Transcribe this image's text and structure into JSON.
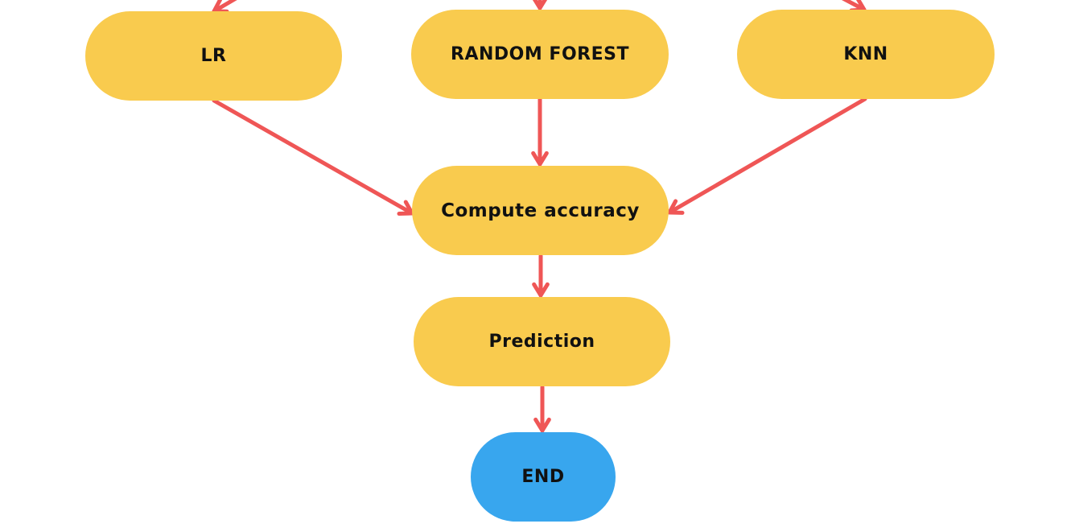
{
  "colors": {
    "process_fill": "#F9CB4E",
    "terminal_fill": "#38A6EE",
    "arrow": "#EF5656",
    "text": "#111111"
  },
  "nodes": {
    "lr": {
      "label": "LR"
    },
    "random_forest": {
      "label": "RANDOM FOREST"
    },
    "knn": {
      "label": "KNN"
    },
    "compute_accuracy": {
      "label": "Compute accuracy"
    },
    "prediction": {
      "label": "Prediction"
    },
    "end": {
      "label": "END"
    }
  },
  "edges": [
    {
      "from": "(above)",
      "to": "lr"
    },
    {
      "from": "(above)",
      "to": "random_forest"
    },
    {
      "from": "(above)",
      "to": "knn"
    },
    {
      "from": "lr",
      "to": "compute_accuracy"
    },
    {
      "from": "random_forest",
      "to": "compute_accuracy"
    },
    {
      "from": "knn",
      "to": "compute_accuracy"
    },
    {
      "from": "compute_accuracy",
      "to": "prediction"
    },
    {
      "from": "prediction",
      "to": "end"
    }
  ]
}
